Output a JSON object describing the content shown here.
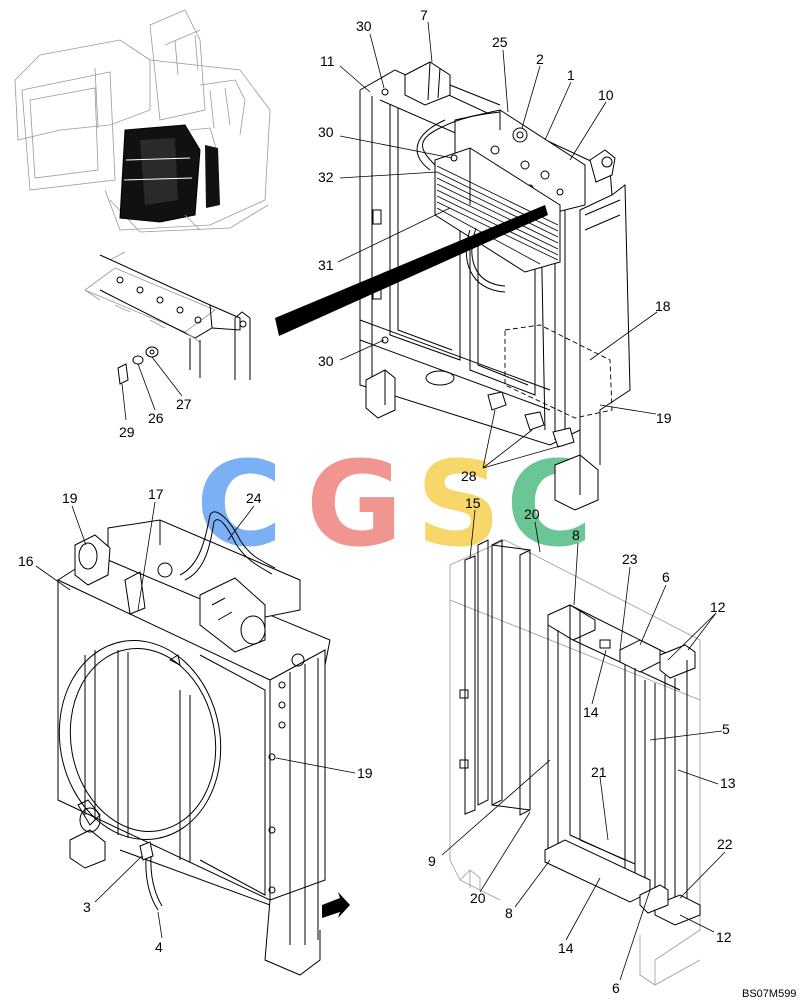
{
  "drawing_code": "BS07M599",
  "watermark": {
    "letters": [
      "C",
      "G",
      "S",
      "C"
    ],
    "colors": [
      "#6ea8f5",
      "#f08a84",
      "#f7d25a",
      "#5cc08a"
    ]
  },
  "callouts": [
    {
      "id": "c7",
      "text": "7"
    },
    {
      "id": "c30a",
      "text": "30"
    },
    {
      "id": "c25",
      "text": "25"
    },
    {
      "id": "c2",
      "text": "2"
    },
    {
      "id": "c11",
      "text": "11"
    },
    {
      "id": "c1",
      "text": "1"
    },
    {
      "id": "c10",
      "text": "10"
    },
    {
      "id": "c30b",
      "text": "30"
    },
    {
      "id": "c32",
      "text": "32"
    },
    {
      "id": "c31",
      "text": "31"
    },
    {
      "id": "c18",
      "text": "18"
    },
    {
      "id": "c30c",
      "text": "30"
    },
    {
      "id": "c19a",
      "text": "19"
    },
    {
      "id": "c29",
      "text": "29"
    },
    {
      "id": "c26",
      "text": "26"
    },
    {
      "id": "c27",
      "text": "27"
    },
    {
      "id": "c28",
      "text": "28"
    },
    {
      "id": "c19b",
      "text": "19"
    },
    {
      "id": "c17",
      "text": "17"
    },
    {
      "id": "c24",
      "text": "24"
    },
    {
      "id": "c16",
      "text": "16"
    },
    {
      "id": "c15",
      "text": "15"
    },
    {
      "id": "c20a",
      "text": "20"
    },
    {
      "id": "c8a",
      "text": "8"
    },
    {
      "id": "c23",
      "text": "23"
    },
    {
      "id": "c6a",
      "text": "6"
    },
    {
      "id": "c12a",
      "text": "12"
    },
    {
      "id": "c14a",
      "text": "14"
    },
    {
      "id": "c5",
      "text": "5"
    },
    {
      "id": "c19c",
      "text": "19"
    },
    {
      "id": "c21",
      "text": "21"
    },
    {
      "id": "c13",
      "text": "13"
    },
    {
      "id": "c9",
      "text": "9"
    },
    {
      "id": "c20b",
      "text": "20"
    },
    {
      "id": "c22",
      "text": "22"
    },
    {
      "id": "c3",
      "text": "3"
    },
    {
      "id": "c8b",
      "text": "8"
    },
    {
      "id": "c14b",
      "text": "14"
    },
    {
      "id": "c12b",
      "text": "12"
    },
    {
      "id": "c4",
      "text": "4"
    },
    {
      "id": "c6b",
      "text": "6"
    }
  ]
}
